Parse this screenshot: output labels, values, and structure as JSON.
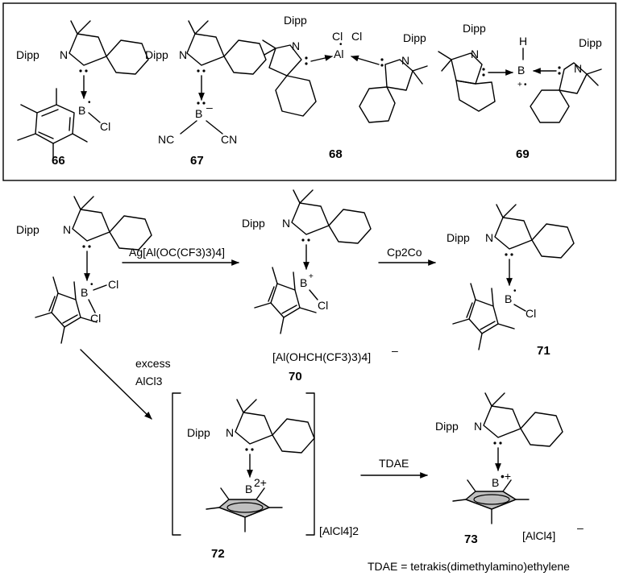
{
  "labels": {
    "dipp": "Dipp",
    "n": "N",
    "b": "B",
    "cl": "Cl",
    "al": "Al",
    "h": "H",
    "nc": "NC",
    "cn": "CN"
  },
  "charges": {
    "minus": "–",
    "plus": "+",
    "two_plus": "2+",
    "radical": "•",
    "radical_plus": "•+"
  },
  "compounds": {
    "c66": "66",
    "c67": "67",
    "c68": "68",
    "c69": "69",
    "c70": "70",
    "c71": "71",
    "c72": "72",
    "c73": "73"
  },
  "reagents": {
    "ag_salt": "Ag[Al(OC(CF3)3)4]",
    "cp2co": "Cp2Co",
    "excess": "excess",
    "alcl3": "AlCl3",
    "tdae": "TDAE"
  },
  "counterions": {
    "c70_anion": "[Al(OHCH(CF3)3)4]",
    "c72_anion": "[AlCl4]2",
    "c73_anion": "[AlCl4]"
  },
  "footnote": "TDAE = tetrakis(dimethylamino)ethylene"
}
